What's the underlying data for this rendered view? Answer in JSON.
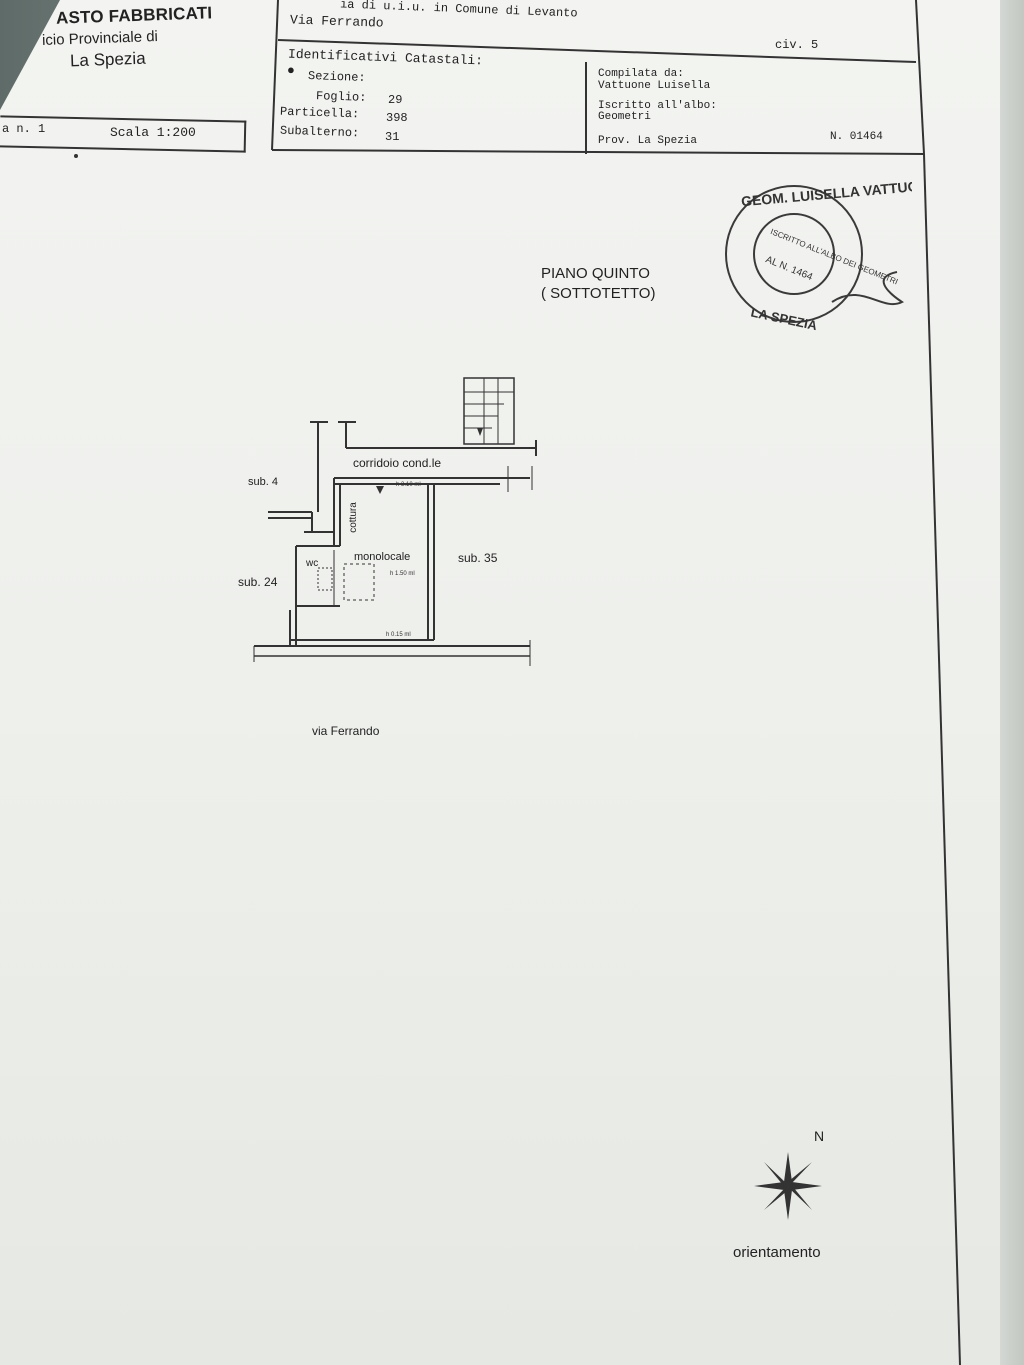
{
  "header": {
    "left_title": "ASTO FABBRICATI",
    "left_office": "icio Provinciale di",
    "left_city": "La Spezia",
    "scale_left": "a n. 1",
    "scale_right": "Scala 1:200",
    "top_line": "ia di u.i.u. in Comune di Levanto",
    "street": "Via Ferrando",
    "civ": "civ. 5"
  },
  "cadastral": {
    "title": "Identificativi Catastali:",
    "sezione_label": "Sezione:",
    "foglio_label": "Foglio:",
    "foglio_value": "29",
    "particella_label": "Particella:",
    "particella_value": "398",
    "subalterno_label": "Subalterno:",
    "subalterno_value": "31"
  },
  "compiler": {
    "compilata_label": "Compilata da:",
    "compilata_name": "Vattuone Luisella",
    "iscritto_label": "Iscritto all'albo:",
    "iscritto_value": "Geometri",
    "prov_label": "Prov. La Spezia",
    "number": "N. 01464"
  },
  "plan": {
    "floor_title": "PIANO QUINTO",
    "floor_subtitle": "( SOTTOTETTO)",
    "corridor": "corridoio cond.le",
    "sub4": "sub. 4",
    "sub24": "sub. 24",
    "sub35": "sub. 35",
    "cottura": "cottura",
    "monolocale": "monolocale",
    "wc": "wc",
    "height_top": "h 3.10 ml",
    "height_mid": "h 1.50 ml",
    "height_bottom": "h 0.15 ml",
    "street_label": "via Ferrando"
  },
  "stamp": {
    "line1": "GEOM. LUISELLA VATTUONE",
    "line2": "ISCRITTO ALL'ALBO DEI GEOMETRI",
    "line3": "AL N. 1464",
    "line4": "LA SPEZIA"
  },
  "compass": {
    "north": "N",
    "label": "orientamento"
  }
}
